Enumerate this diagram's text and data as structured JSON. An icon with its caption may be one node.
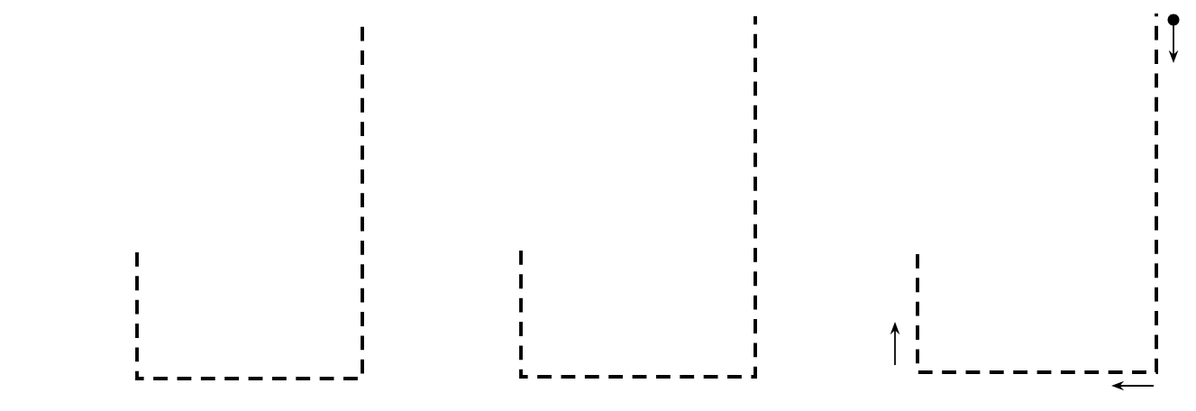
{
  "diagram": {
    "nodes": [
      {
        "text": [],
        "shape": "path"
      },
      {
        "text": [],
        "shape": "path"
      },
      {
        "text": [],
        "shape": "path"
      }
    ]
  }
}
